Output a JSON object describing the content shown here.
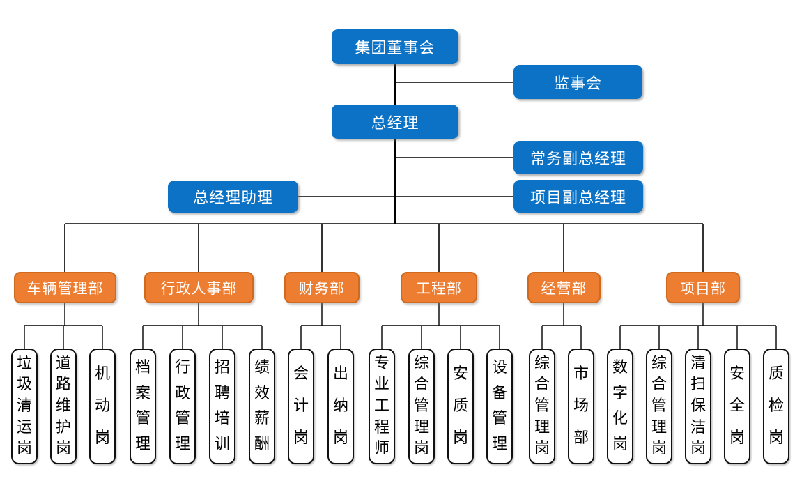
{
  "colors": {
    "primary_blue": "#0b72c6",
    "accent_orange": "#ed7d31",
    "orange_border": "#cf6a1f",
    "connector_line": "#000000",
    "pillar_border": "#111111",
    "pillar_background": "#ffffff"
  },
  "top_nodes": {
    "board": {
      "label": "集团董事会"
    },
    "supervisory": {
      "label": "监事会"
    },
    "general_manager": {
      "label": "总经理"
    },
    "executive_deputy_gm": {
      "label": "常务副总经理"
    },
    "project_deputy_gm": {
      "label": "项目副总经理"
    },
    "gm_assistant": {
      "label": "总经理助理"
    }
  },
  "departments": [
    {
      "label": "车辆管理部",
      "positions": [
        "垃圾清运岗",
        "道路维护岗",
        "机动岗"
      ]
    },
    {
      "label": "行政人事部",
      "positions": [
        "档案管理",
        "行政管理",
        "招聘培训",
        "绩效薪酬"
      ]
    },
    {
      "label": "财务部",
      "positions": [
        "会计岗",
        "出纳岗"
      ]
    },
    {
      "label": "工程部",
      "positions": [
        "专业工程师",
        "综合管理岗",
        "安质岗",
        "设备管理"
      ]
    },
    {
      "label": "经营部",
      "positions": [
        "综合管理岗",
        "市场部"
      ]
    },
    {
      "label": "项目部",
      "positions": [
        "数字化岗",
        "综合管理岗",
        "清扫保洁岗",
        "安全岗",
        "质检岗"
      ]
    }
  ]
}
